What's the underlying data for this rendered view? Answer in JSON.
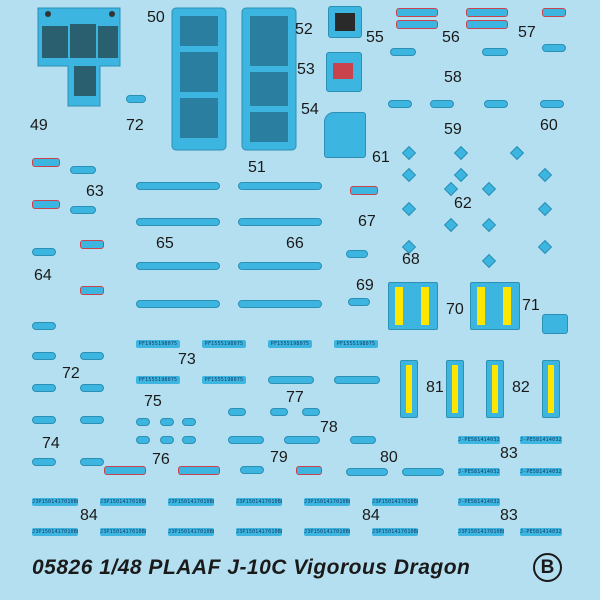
{
  "sheet": {
    "footer_text": "05826 1/48  PLAAF J-10C Vigorous Dragon",
    "sheet_letter": "B"
  },
  "numbers": {
    "n49": "49",
    "n50": "50",
    "n51": "51",
    "n52": "52",
    "n53": "53",
    "n54": "54",
    "n55": "55",
    "n56": "56",
    "n57": "57",
    "n58": "58",
    "n59": "59",
    "n60": "60",
    "n61": "61",
    "n62": "62",
    "n63": "63",
    "n64": "64",
    "n65": "65",
    "n66": "66",
    "n67": "67",
    "n68": "68",
    "n69": "69",
    "n70": "70",
    "n71": "71",
    "n72a": "72",
    "n72b": "72",
    "n73": "73",
    "n74": "74",
    "n75": "75",
    "n76": "76",
    "n77": "77",
    "n78": "78",
    "n79": "79",
    "n80": "80",
    "n81": "81",
    "n82": "82",
    "n83a": "83",
    "n83b": "83",
    "n84a": "84",
    "n84b": "84"
  },
  "serials": {
    "pf1": "PF1955198075",
    "pf2": "PF1555198075",
    "pf3": "PF1555198075",
    "pf4": "PF1555198075",
    "pf5": "PF1555198075",
    "pf6": "PF1555198075",
    "j1": "J-PE5814140324",
    "j2": "J-PE5814140324",
    "j3": "J-PE5814140324",
    "j4": "J-PE5814140324",
    "j5": "J-PE5814140324",
    "j6": "J-PE5814140324",
    "g1": "J3P1501417010BB",
    "g2": "J3P1501417010BB",
    "g3": "J3P1501417010BB",
    "g4": "J3P1501417010BB",
    "g5": "J3P1501417010BB",
    "g6": "J3P1501417010BB",
    "g7": "J3P1501417010BB",
    "g8": "J3P1501417010BB",
    "g9": "J3P1501417010BB",
    "g10": "J3P1501417010BB",
    "g11": "J3P1501417010BB",
    "g12": "J3P1501417010BB",
    "g13": "J3P1501417010BB"
  },
  "colors": {
    "background": "#b3dff0",
    "decal_blue": "#3cb6e0",
    "stencil_red": "#c8434b",
    "highlight_yellow": "#ffe600"
  }
}
